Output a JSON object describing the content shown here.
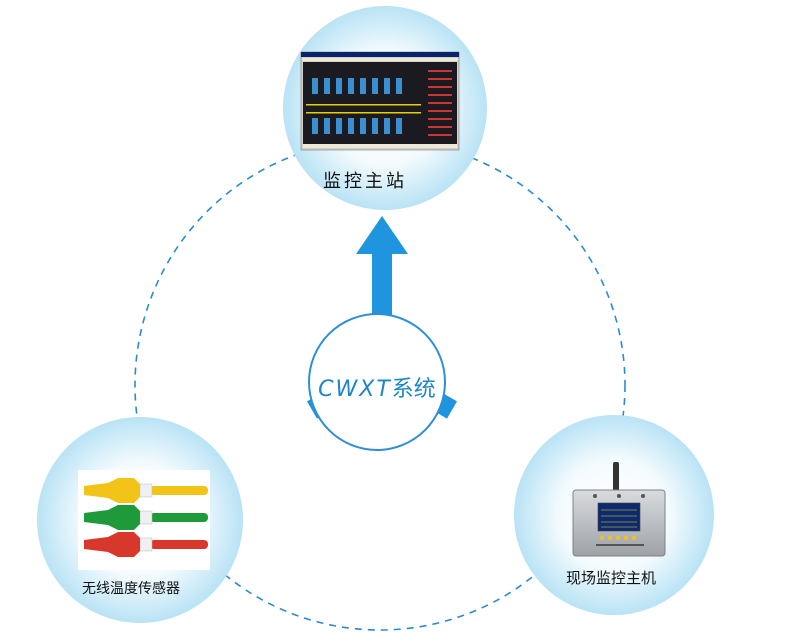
{
  "center": {
    "latin": "CWXT",
    "cjk": "系统"
  },
  "nodes": {
    "station": {
      "label": "监控主站"
    },
    "sensor": {
      "label": "无线温度传感器"
    },
    "host": {
      "label": "现场监控主机"
    }
  },
  "colors": {
    "arrow": "#1e95de",
    "circle_ring": "#2f8fd6",
    "node_glow": "#bfe6f7",
    "dashed_ring": "#2a8ad4",
    "screen_bg": "#1a1a20",
    "sensor_yellow": "#f2c418",
    "sensor_green": "#1e9a3a",
    "sensor_red": "#d8372c",
    "device_body": "#b9bcc0"
  },
  "icons": {
    "station": "monitor-software-screenshot",
    "sensor": "wireless-temperature-sensors-photo",
    "host": "field-monitor-device-photo"
  }
}
